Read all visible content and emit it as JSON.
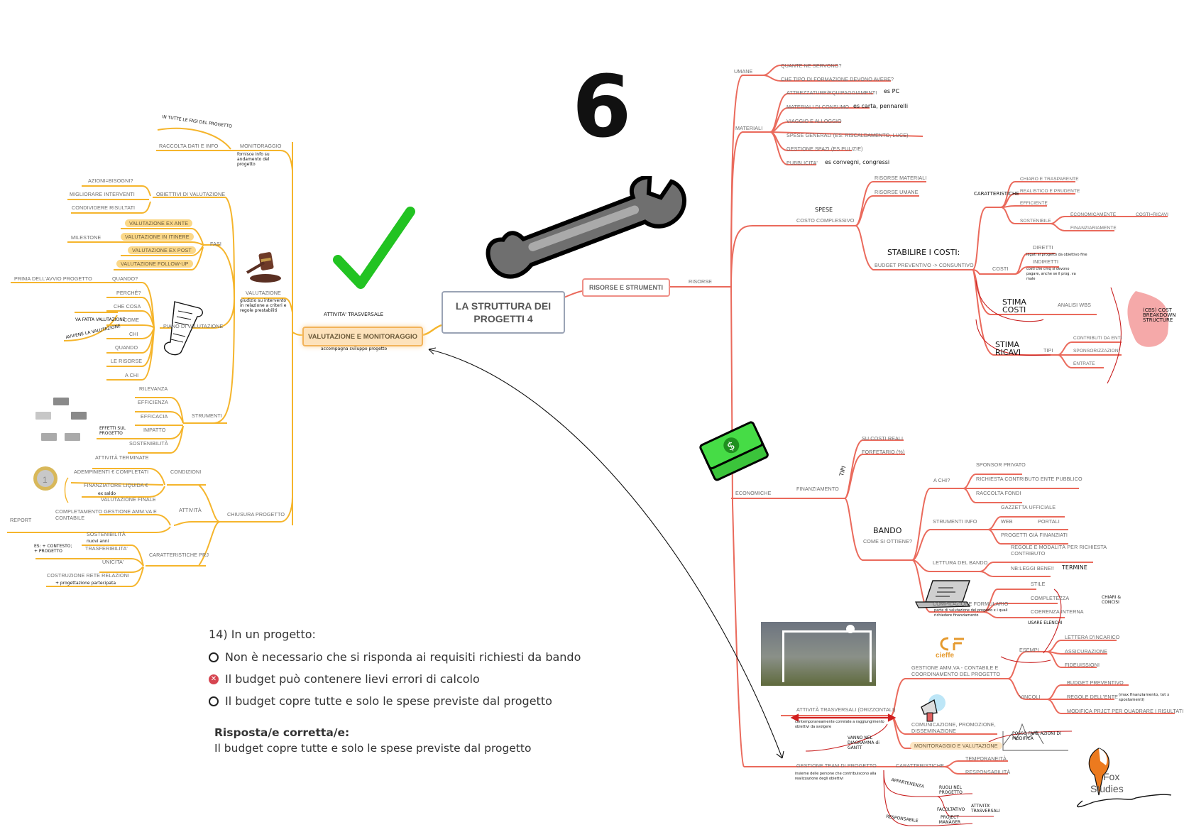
{
  "title": {
    "central": "LA STRUTTURA DEI PROGETTI 4",
    "page_number": "6"
  },
  "colors": {
    "left_branch": "#f5b52c",
    "right_branch": "#ea6a5c",
    "highlight": "#fbd889",
    "wrong_mark": "#d64550",
    "check_mark": "#22c322"
  },
  "left": {
    "root": "VALUTAZIONE E MONITORAGGIO",
    "root_note_above": "ATTIVITA' TRASVERSALE",
    "root_note_below": "accompagna sviluppo progetto",
    "monitoraggio": {
      "label": "MONITORAGGIO",
      "note": "fornisce info su andamento del progetto",
      "children": [
        "RACCOLTA DATI E INFO"
      ],
      "hand_note": "IN TUTTE LE FASI DEL PROGETTO"
    },
    "valutazione": {
      "label": "VALUTAZIONE",
      "note": "giudizio su intervento in relazione a criteri e regole prestabiliti",
      "obiettivi": {
        "label": "OBIETTIVI DI VALUTAZIONE",
        "children": [
          "AZIONI=BISOGNI?",
          "MIGLIORARE INTERVENTI",
          "CONDIVIDERE RISULTATI"
        ]
      },
      "fasi": {
        "label": "FASI",
        "children": [
          "VALUTAZIONE EX ANTE",
          "VALUTAZIONE IN ITINERE",
          "VALUTAZIONE EX POST",
          "VALUTAZIONE FOLLOW-UP"
        ],
        "milestone": "MILESTONE"
      },
      "piano": {
        "label": "PIANO DI VALUTAZIONE",
        "children": [
          "QUANDO?",
          "PERCHÉ?",
          "CHE COSA",
          "COME",
          "CHI",
          "QUANDO",
          "LE RISORSE",
          "A CHI"
        ],
        "quando_detail": "PRIMA DELL'AVVIO PROGETTO",
        "hand_come": "VA FATTA VALUTAZIONE",
        "hand_chi": "AVVIENE LA VALUTAZIONE"
      },
      "strumenti": {
        "label": "STRUMENTI",
        "children": [
          "RILEVANZA",
          "EFFICIENZA",
          "EFFICACIA",
          "IMPATTO",
          "SOSTENIBILITÀ"
        ],
        "hand_impatto": "EFFETTI SUL PROGETTO"
      }
    },
    "chiusura": {
      "label": "CHIUSURA PROGETTO",
      "condizioni": {
        "label": "CONDIZIONI",
        "children": [
          "ATTIVITÀ TERMINATE",
          "ADEMPIMENTI € COMPLETATI",
          "FINANZIATORE LIQUIDA €"
        ],
        "hand_note": "ex saldo"
      },
      "attivita": {
        "label": "ATTIVITÀ",
        "children": [
          "VALUTAZIONE FINALE",
          "COMPLETAMENTO GESTIONE AMM.VA E CONTABILE"
        ],
        "report": "REPORT"
      },
      "caratteristiche": {
        "label": "CARATTERISTICHE PRJ",
        "children": [
          "SOSTENIBILITÀ",
          "TRASFERIBILITA'",
          "UNICITA'",
          "COSTRUZIONE RETE RELAZIONI"
        ],
        "hand_sost": "nuovi anni",
        "hand_trasf": "ES: + CONTESTO; + PROGETTO",
        "hand_rete": "+ progettazione partecipata"
      }
    }
  },
  "right": {
    "root": "RISORSE E STRUMENTI",
    "risorse_label": "RISORSE",
    "umane": {
      "label": "UMANE",
      "children": [
        "QUANTE NE SERVONO?",
        "CHE TIPO DI FORMAZIONE DEVONO AVERE?"
      ]
    },
    "materiali": {
      "label": "MATERIALI",
      "children": [
        "ATTREZZATURE/EQUIPAGGIAMENTI",
        "MATERIALI DI CONSUMO",
        "VIAGGIO E ALLOGGIO",
        "SPESE GENERALI (ES: RISCALDAMENTO, LUCE)",
        "GESTIONE SPAZI (ES PULIZIE)",
        "PUBBLICITA'"
      ],
      "hand_attrezzature": "es PC",
      "hand_consumo": "es carta, pennarelli",
      "hand_pubblicita": "es convegni, congressi"
    },
    "economiche": {
      "label": "ECONOMICHE",
      "costo": {
        "label": "COSTO COMPLESSIVO",
        "hand_above": "SPESE",
        "children": [
          "RISORSE MATERIALI",
          "RISORSE UMANE",
          "BUDGET PREVENTIVO -> CONSUNTIVO"
        ],
        "hand_budget": "STABILIRE I COSTI:"
      },
      "budget": {
        "caratteristiche_hand": "CARATTERISTICHE",
        "caratteristiche": [
          "CHIARO E TRASPARENTE",
          "REALISTICO E PRUDENTE",
          "EFFICIENTE",
          "SOSTENIBILE"
        ],
        "sostenibile_children": [
          "ECONOMICAMENTE",
          "FINANZIARIAMENTE"
        ],
        "costi_ricavi": "COSTI=RICAVI",
        "costi_label": "COSTI",
        "costi_children": [
          "DIRETTI",
          "INDIRETTI"
        ],
        "hand_diretti": "legati al progetto da obiettivo fine",
        "hand_indiretti": "costi che cmq si devono pagare, anche se il prog. va male",
        "stima_costi": "STIMA COSTI",
        "analisi_wbs": "ANALISI WBS",
        "stima_ricavi": "STIMA RICAVI",
        "tipi": "TIPI",
        "tipi_children": [
          "CONTRIBUTI DA ENTI",
          "SPONSORIZZAZIONI",
          "ENTRATE"
        ],
        "cbs": "(CBS) COST BREAKDOWN STRUCTURE"
      },
      "finanziamento": {
        "label": "FINANZIAMENTO",
        "tipi_hand": "TIPI",
        "children": [
          "SU COSTI REALI",
          "FORFETARIO (%)"
        ],
        "bando": {
          "hand": "BANDO",
          "label": "COME SI OTTIENE?",
          "a_chi": {
            "label": "A CHI?",
            "children": [
              "SPONSOR PRIVATO",
              "RICHIESTA CONTRIBUTO ENTE PUBBLICO",
              "RACCOLTA FONDI"
            ]
          },
          "strumenti_info": {
            "label": "STRUMENTI INFO",
            "children": [
              "GAZZETTA UFFICIALE",
              "WEB",
              "PROGETTI GIÀ FINANZIATI"
            ],
            "web_child": "PORTALI"
          },
          "lettura": {
            "label": "LETTURA DEL BANDO",
            "children": [
              "REGOLE E MODALITÀ PER RICHIESTA CONTRIBUTO",
              "NB:LEGGI BENE!!"
            ],
            "hand_termine": "TERMINE"
          },
          "formulario": {
            "label": "COMPILAZIONE FORMULARIO",
            "hand_note": "parte di valutazione del progetto x i quali richiedere finanziamento",
            "children": [
              "STILE",
              "COMPLETEZZA",
              "COERENZA INTERNA"
            ],
            "hand_chiari": "CHIARI & CONCISI",
            "hand_elenchi": "USARE ELENCHI"
          }
        }
      }
    },
    "trasversali": {
      "label": "ATTIVITÀ TRASVERSALI (ORIZZONTALI)",
      "hand_note": "contemporaneamente correlate a raggiungimento obiettivi da svolgere",
      "hand_gantt": "VANNO NEL DIAGRAMMA di GANTT",
      "gestione": {
        "label": "GESTIONE AMM.VA - CONTABILE E COORDINAMENTO DEL PROGETTO",
        "esempi": "ESEMPI",
        "esempi_children": [
          "LETTERA D'INCARICO",
          "ASSICURAZIONE",
          "FIDEUISSIONI"
        ],
        "vincoli": "VINCOLI",
        "vincoli_children": [
          "BUDGET PREVENTIVO",
          "REGOLE DELL'ENTE",
          "MODIFICA PRJCT PER QUADRARE I RISULTATI"
        ],
        "hand_regole": "(max finanziamento, tot x spostamenti)"
      },
      "comunicazione": "COMUNICAZIONE, PROMOZIONE, DISSEMINAZIONE",
      "monitoraggio": "MONITORAGGIO E VALUTAZIONE",
      "hand_monitoraggio": "POSSO FARE AZIONI DI MODIFICA"
    },
    "team": {
      "label": "GESTIONE TEAM DI PROGETTO",
      "hand_note": "insieme delle persone che contribuiscono alla realizzazione degli obiettivi",
      "caratteristiche": "CARATTERISTICHE",
      "car_children": [
        "TEMPORANEITÀ",
        "RESPONSABILITÀ"
      ],
      "hand_appartenenza": "APPARTENENZA",
      "hand_ruoli": "RUOLI NEL PROGETTO",
      "hand_facoltativo": "FACOLTATIVO",
      "hand_attivita": "ATTIVITA' TRASVERSALI",
      "hand_responsabile": "RESPONSABILE",
      "hand_pm": "PROJECT MANAGER"
    },
    "cieffe": "cieffe"
  },
  "quiz": {
    "question": "14)  In un progetto:",
    "options": [
      {
        "text": "Non è necessario che si risponda ai requisiti richiesti da bando",
        "state": "empty"
      },
      {
        "text": "Il budget può contenere lievi errori di calcolo",
        "state": "wrong"
      },
      {
        "text": "Il budget copre tutte e solo le spese previste dal progetto",
        "state": "empty"
      }
    ],
    "answer_heading": "Risposta/e corretta/e:",
    "answer_text": "Il budget copre tutte e solo le spese previste dal progetto",
    "wrong_glyph": "✕"
  },
  "logo": {
    "line1": "Fox",
    "line2": "Studies"
  },
  "icons": [
    "checkmark-icon",
    "wrench-icon",
    "gavel-icon",
    "scroll-icon",
    "euro-coin-icon",
    "money-icon",
    "laptop-icon",
    "megaphone-icon",
    "football-goal-photo",
    "fox-tail-icon"
  ]
}
